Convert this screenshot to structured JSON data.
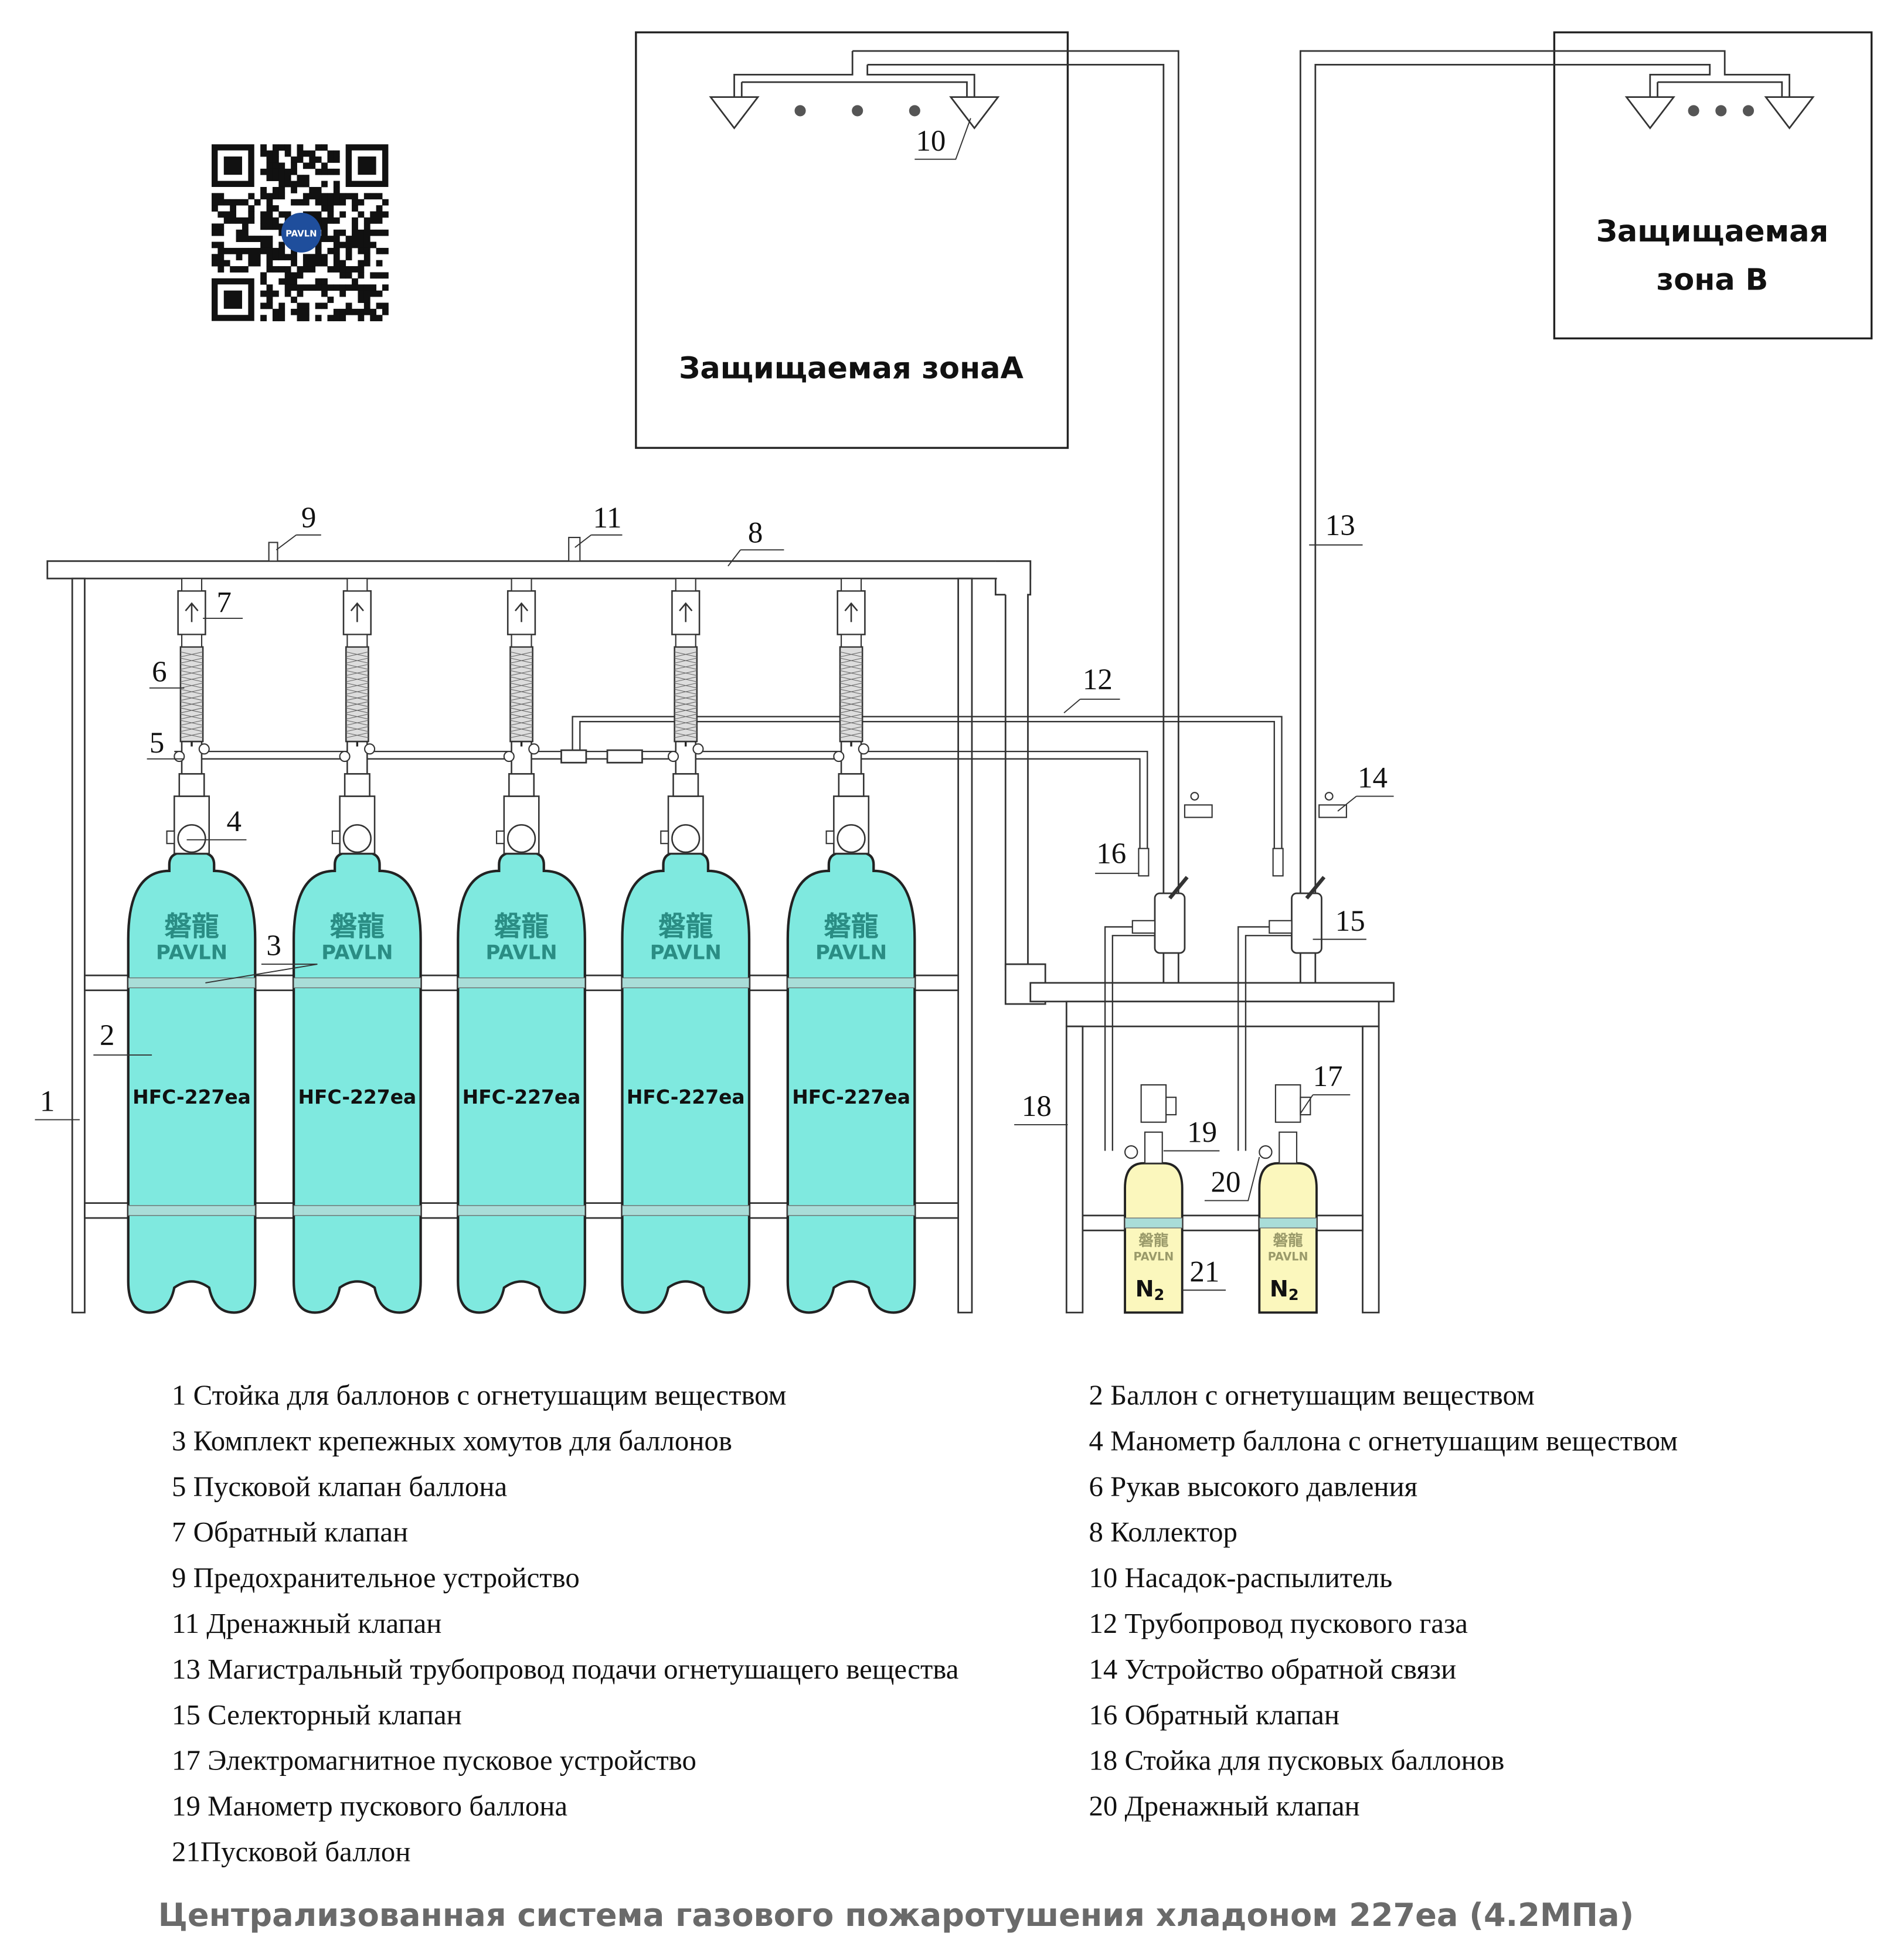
{
  "zones": {
    "zone_a_label": "Защищаемая зонаA",
    "zone_b_label_line1": "Защищаемая",
    "zone_b_label_line2": "зона B"
  },
  "qr_logo_text": "PAVLN",
  "agent_cylinders": [
    {
      "brand_cn": "磐龍",
      "brand": "PAVLN",
      "agent": "HFC-227ea"
    },
    {
      "brand_cn": "磐龍",
      "brand": "PAVLN",
      "agent": "HFC-227ea"
    },
    {
      "brand_cn": "磐龍",
      "brand": "PAVLN",
      "agent": "HFC-227ea"
    },
    {
      "brand_cn": "磐龍",
      "brand": "PAVLN",
      "agent": "HFC-227ea"
    },
    {
      "brand_cn": "磐龍",
      "brand": "PAVLN",
      "agent": "HFC-227ea"
    }
  ],
  "pilot_cylinders": [
    {
      "brand_cn": "磐龍",
      "brand": "PAVLN",
      "gas": "N",
      "gas_sub": "2"
    },
    {
      "brand_cn": "磐龍",
      "brand": "PAVLN",
      "gas": "N",
      "gas_sub": "2"
    }
  ],
  "callouts": [
    "1",
    "2",
    "3",
    "4",
    "5",
    "6",
    "7",
    "8",
    "9",
    "10",
    "11",
    "12",
    "13",
    "14",
    "15",
    "16",
    "17",
    "18",
    "19",
    "20",
    "21"
  ],
  "legend": {
    "left": [
      "1 Стойка для баллонов с огнетушащим веществом",
      "3 Комплект крепежных хомутов для баллонов",
      "5 Пусковой клапан баллона",
      "7 Обратный клапан",
      "9 Предохранительное устройство",
      "11 Дренажный клапан",
      "13 Магистральный трубопровод подачи огнетушащего вещества",
      "15 Селекторный клапан",
      "17 Электромагнитное пусковое устройство",
      "19 Манометр пускового баллона",
      "21Пусковой баллон"
    ],
    "right": [
      "2 Баллон с огнетушащим веществом",
      "4 Манометр баллона с огнетушащим веществом",
      "6 Рукав высокого давления",
      "8 Коллектор",
      "10 Насадок-распылитель",
      "12 Трубопровод пускового газа",
      "14 Устройство обратной связи",
      "16 Обратный клапан",
      "18 Стойка для пусковых баллонов",
      "20 Дренажный клапан"
    ]
  },
  "title": "Централизованная система газового пожаротушения хладоном 227ea (4.2МПа)",
  "colors": {
    "agent_cylinder": "#7fe9df",
    "agent_text": "#2a8d84",
    "pilot_cylinder": "#fbf7bd",
    "pilot_text": "#9a9a6a",
    "clamp": "#a9ddd8",
    "title": "#6a6a6a",
    "qr_logo": "#1f4e9c"
  }
}
